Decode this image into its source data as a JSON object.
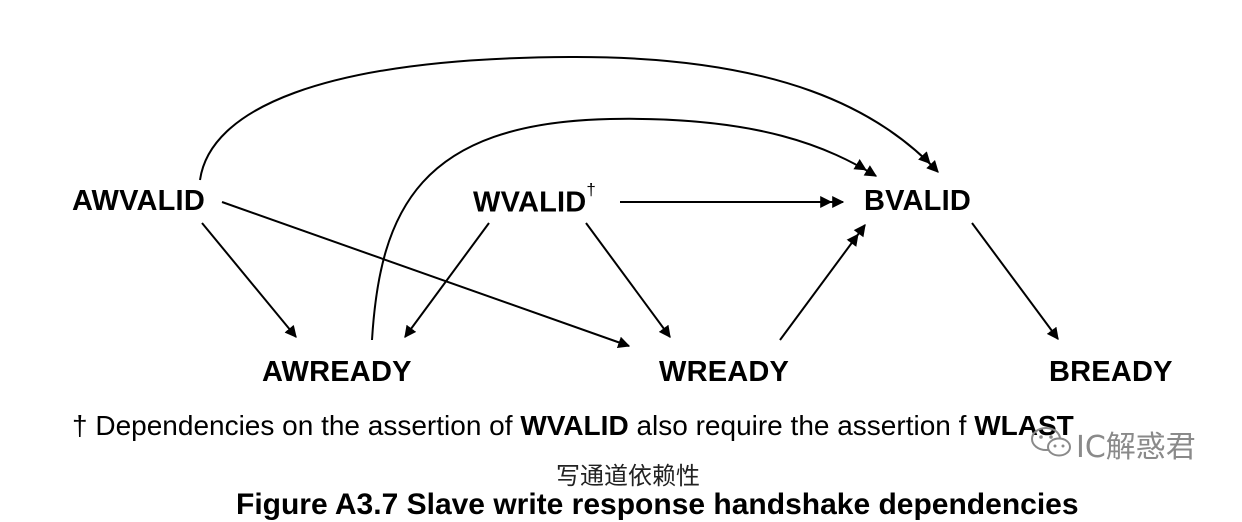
{
  "diagram": {
    "nodes": {
      "awvalid": "AWVALID",
      "wvalid": "WVALID",
      "wvalid_mark": "†",
      "bvalid": "BVALID",
      "awready": "AWREADY",
      "wready": "WREADY",
      "bready": "BREADY"
    },
    "edges": [
      {
        "from": "AWVALID",
        "to": "AWREADY",
        "type": "single"
      },
      {
        "from": "AWVALID",
        "to": "WREADY",
        "type": "single"
      },
      {
        "from": "AWVALID",
        "to": "BVALID",
        "type": "double"
      },
      {
        "from": "AWREADY",
        "to": "BVALID",
        "type": "double"
      },
      {
        "from": "WVALID",
        "to": "AWREADY",
        "type": "single"
      },
      {
        "from": "WVALID",
        "to": "WREADY",
        "type": "single"
      },
      {
        "from": "WVALID",
        "to": "BVALID",
        "type": "double"
      },
      {
        "from": "WREADY",
        "to": "BVALID",
        "type": "double"
      },
      {
        "from": "BVALID",
        "to": "BREADY",
        "type": "single"
      }
    ]
  },
  "footnote": {
    "mark": "†",
    "text1": "Dependencies on the assertion of",
    "bold1": "WVALID",
    "text2": "also require the assertion",
    "text3": "f",
    "bold2": "WLAST"
  },
  "subtitle": "写通道依赖性",
  "caption": "Figure A3.7 Slave write response handshake dependencies",
  "watermark": {
    "text": "IC解惑君",
    "icon": "wechat-icon"
  }
}
